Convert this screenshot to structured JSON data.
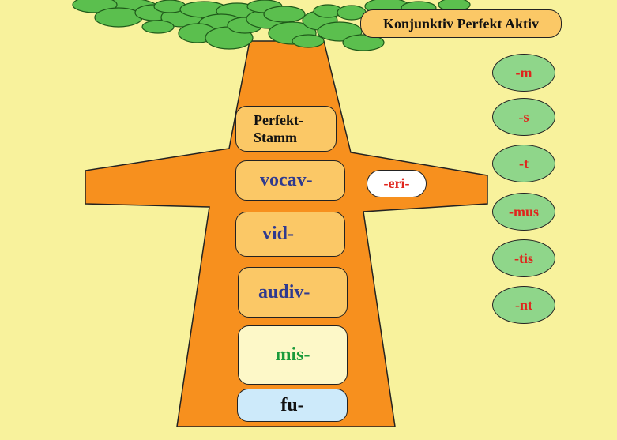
{
  "title": "Konjunktiv Perfekt Aktiv",
  "stem_header": [
    "Perfekt-",
    "Stamm"
  ],
  "stems": [
    "vocav-",
    "vid-",
    "audiv-",
    "mis-",
    "fu-"
  ],
  "infix": "-eri-",
  "endings": [
    "-m",
    "-s",
    "-t",
    "-mus",
    "-tis",
    "-nt"
  ],
  "colors": {
    "background": "#f8f29c",
    "trunk": "#f7901e",
    "leaves": "#5bbf4e",
    "stem_box": "#fbc866",
    "stem_text": "#2f3a8f",
    "mis_box": "#fdf8c8",
    "mis_text": "#1a9a3a",
    "fu_box": "#cdeafa",
    "fu_text": "#111111",
    "ending_fill": "#8fd68a",
    "ending_text": "#e0241c"
  }
}
